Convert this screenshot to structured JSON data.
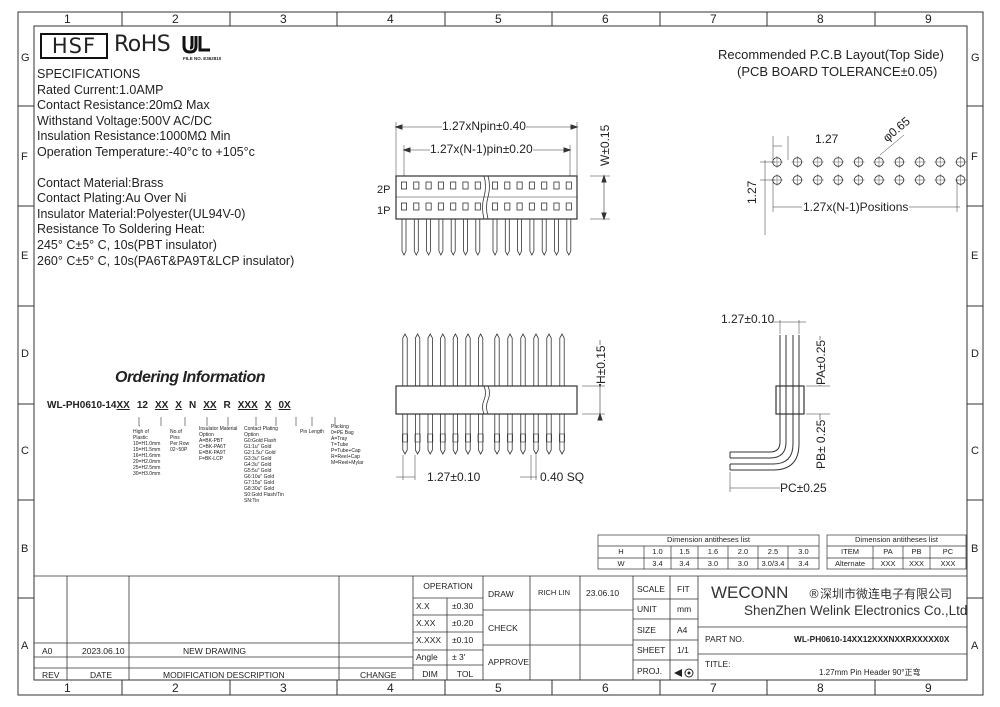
{
  "grid": {
    "columns": [
      "1",
      "2",
      "3",
      "4",
      "5",
      "6",
      "7",
      "8",
      "9"
    ],
    "rows": [
      "G",
      "F",
      "E",
      "D",
      "C",
      "B",
      "A"
    ]
  },
  "logos": {
    "hsf": "HSF",
    "rohs": "RoHS",
    "ul_file": "FILE NO. E362810"
  },
  "specifications": {
    "title": "SPECIFICATIONS",
    "lines": [
      "Rated Current:1.0AMP",
      "Contact Resistance:20mΩ Max",
      "Withstand Voltage:500V AC/DC",
      "Insulation Resistance:1000MΩ Min",
      "Operation Temperature:-40°c to +105°c"
    ],
    "lines2": [
      "Contact Material:Brass",
      "Contact Plating:Au Over Ni",
      "Insulator Material:Polyester(UL94V-0)",
      "Resistance To Soldering Heat:",
      "245° C±5° C, 10s(PBT insulator)",
      "260° C±5° C, 10s(PA6T&PA9T&LCP insulator)"
    ]
  },
  "pcb_layout": {
    "title": "Recommended P.C.B Layout(Top Side)",
    "tolerance": "(PCB BOARD TOLERANCE±0.05)",
    "pitch": "1.27",
    "hole": "φ0.65",
    "row_pitch": "1.27",
    "positions": "1.27x(N-1)Positions"
  },
  "top_view": {
    "dim_total": "1.27xNpin±0.40",
    "dim_pins": "1.27x(N-1)pin±0.20",
    "dim_w": "W±0.15",
    "row2": "2P",
    "row1": "1P"
  },
  "front_view": {
    "dim_h": "H±0.15",
    "dim_pitch": "1.27±0.10",
    "dim_sq": "0.40 SQ"
  },
  "side_view": {
    "dim_pitch": "1.27±0.10",
    "dim_pa": "PA±0.25",
    "dim_pb": "PB± 0.25",
    "dim_pc": "PC±0.25"
  },
  "ordering": {
    "title": "Ordering Information",
    "code_prefix": "WL-PH0610-14",
    "code_parts": [
      "XX",
      "12",
      "XX",
      "X",
      "N",
      "XX",
      "R",
      "XXX",
      "X",
      "0X"
    ],
    "legend": {
      "height": [
        "High of",
        "Plastic",
        "10=H1.0mm",
        "15=H1.5mm",
        "16=H1.6mm",
        "20=H2.0mm",
        "25=H2.5mm",
        "30=H3.0mm"
      ],
      "pins": [
        "No.of",
        "Pins",
        "Per Row",
        "02~50P"
      ],
      "insulator": [
        "Insulator Material",
        "Option",
        "A=BK-PBT",
        "C=BK-PA6T",
        "E=BK-PA9T",
        "F=BK-LCP"
      ],
      "plating": [
        "Contact Plating",
        "Option",
        "G0:Gold Flash",
        "G1:1u\" Gold",
        "G2:1.5u\" Gold",
        "G3:3u\" Gold",
        "G4:3u\" Gold",
        "G5:5u\" Gold",
        "G6:10u\" Gold",
        "G7:15u\" Gold",
        "G8:30u\" Gold",
        "S0:Gold Flash/Tin",
        "SN:Tin"
      ],
      "pinlength": [
        "Pin Length"
      ],
      "packing": [
        "Packing",
        "0=PE Bag",
        "A=Tray",
        "T=Tube",
        "P=Tube+Cap",
        "R=Reel+Cap",
        "M=Reel+Mylar"
      ]
    }
  },
  "dim_table_left": {
    "title": "Dimension antitheses list",
    "rows": [
      [
        "H",
        "1.0",
        "1.5",
        "1.6",
        "2.0",
        "2.5",
        "3.0"
      ],
      [
        "W",
        "3.4",
        "3.4",
        "3.0",
        "3.0",
        "3.0/3.4",
        "3.4"
      ]
    ]
  },
  "dim_table_right": {
    "title": "Dimension antitheses list",
    "rows": [
      [
        "ITEM",
        "PA",
        "PB",
        "PC"
      ],
      [
        "Alternate",
        "XXX",
        "XXX",
        "XXX"
      ]
    ]
  },
  "title_block": {
    "operation": "OPERATION",
    "tolerances": [
      [
        "X.X",
        "±0.30"
      ],
      [
        "X.XX",
        "±0.20"
      ],
      [
        "X.XXX",
        "±0.10"
      ],
      [
        "Angle",
        "± 3'"
      ]
    ],
    "dim": "DIM",
    "tol": "TOL",
    "draw": "DRAW",
    "check": "CHECK",
    "approve": "APPROVE",
    "drawer": "RICH LIN",
    "draw_date": "23.06.10",
    "scale_label": "SCALE",
    "scale_value": "FIT",
    "unit_label": "UNIT",
    "unit_value": "mm",
    "size_label": "SIZE",
    "size_value": "A4",
    "sheet_label": "SHEET",
    "sheet_value": "1/1",
    "proj_label": "PROJ.",
    "company_en1": "WECONN",
    "company_cn": "®深圳市微连电子有限公司",
    "company_en2": "ShenZhen Welink Electronics Co.,Ltd",
    "part_no_label": "PART NO.",
    "part_no": "WL-PH0610-14XX12XXXNXXRXXXXX0X",
    "title_label": "TITLE:",
    "title_value": "1.27mm Pin Header 90°正弯",
    "revision": {
      "rev": "A0",
      "date": "2023.06.10",
      "description": "NEW DRAWING"
    },
    "headers": {
      "rev": "REV",
      "date": "DATE",
      "desc": "MODIFICATION DESCRIPTION",
      "change": "CHANGE"
    }
  }
}
